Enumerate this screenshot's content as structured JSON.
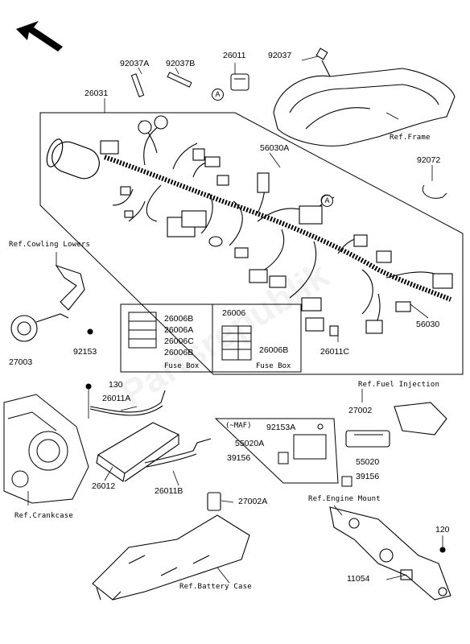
{
  "diagram": {
    "part_labels": {
      "p92037A": "92037A",
      "p92037B": "92037B",
      "p26011": "26011",
      "p92037": "92037",
      "p26031": "26031",
      "p56030A": "56030A",
      "p92072": "92072",
      "p26006_left_1": "26006B",
      "p26006_left_2": "26006A",
      "p26006_left_3": "26006C",
      "p26006_left_4": "26006B",
      "p26006": "26006",
      "p26006B": "26006B",
      "p56030": "56030",
      "p26011C": "26011C",
      "p27003": "27003",
      "p92153": "92153",
      "p130": "130",
      "p26011A": "26011A",
      "p27002": "27002",
      "p92153A": "92153A",
      "p55020A": "55020A",
      "p39156_left": "39156",
      "p55020": "55020",
      "p39156_right": "39156",
      "p26012": "26012",
      "p26011B": "26011B",
      "p27002A": "27002A",
      "p120": "120",
      "p11054": "11054"
    },
    "refs": {
      "frame": "Ref.Frame",
      "cowling": "Ref.Cowling Lowers",
      "fuel_injection": "Ref.Fuel Injection",
      "crankcase": "Ref.Crankcase",
      "engine_mount": "Ref.Engine Mount",
      "battery_case": "Ref.Battery Case"
    },
    "fuse_box_left": "Fuse Box",
    "fuse_box_right": "Fuse Box",
    "maf_label": "(~MAF)",
    "callout_a1": "A",
    "callout_a2": "A"
  }
}
